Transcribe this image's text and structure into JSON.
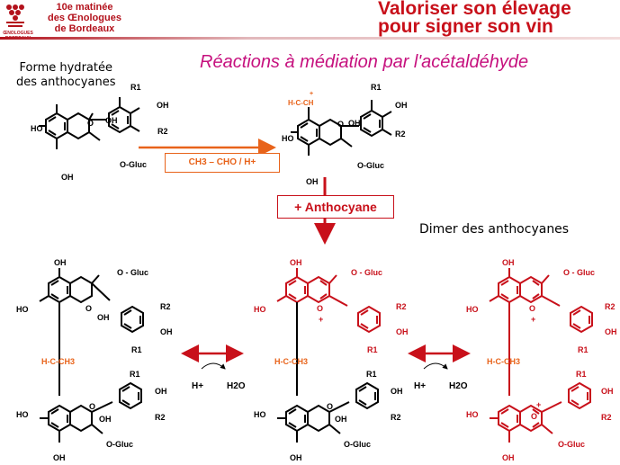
{
  "header": {
    "org_line1": "10e matinée",
    "org_line2": "des Œnologues",
    "org_line3": "de Bordeaux",
    "logo_caption": "ŒNOLOGUES BORDEAUX",
    "title_line1": "Valoriser son élevage",
    "title_line2": "pour signer son vin"
  },
  "slide": {
    "title": "Réactions à médiation par l'acétaldéhyde",
    "label_forme": "Forme hydratée des anthocyanes",
    "label_forme_1": "Forme hydratée",
    "label_forme_2": "des anthocyanes",
    "reagent": "CH3 – CHO / H+",
    "plus_anthocyane": "+ Anthocyane",
    "dimer_label": "Dimer des anthocyanes"
  },
  "labels": {
    "OH": "OH",
    "HO": "HO",
    "O": "O",
    "R1": "R1",
    "R2": "R2",
    "O_Gluc": "O-Gluc",
    "O_Gluc_sp": "O - Gluc",
    "bridge": "H-C-CH3",
    "bridge_top": "H-C-CH",
    "plus": "+",
    "H_plus": "H+",
    "H2O": "H2O"
  },
  "colors": {
    "black": "#000000",
    "red": "#c8101a",
    "orange": "#e8631a",
    "magenta": "#c6117e"
  }
}
